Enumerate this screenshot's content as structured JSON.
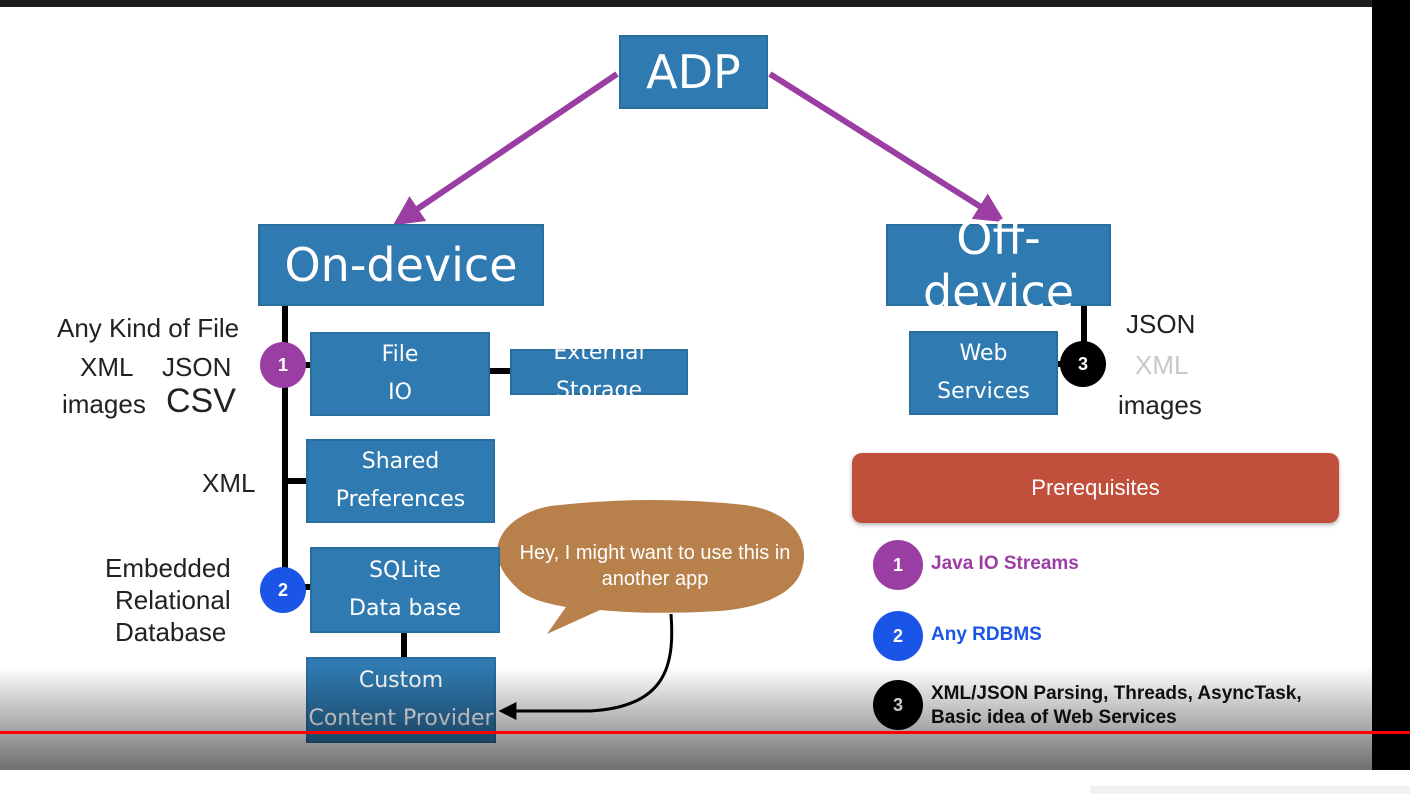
{
  "diagram": {
    "root": "ADP",
    "on_device": "On-device",
    "off_device": "Off-device",
    "file_io": "File\nIO",
    "external_storage": "External Storage",
    "shared_prefs": "Shared\nPreferences",
    "sqlite": "SQLite\nData base",
    "content_provider": "Custom\nContent Provider",
    "web_services": "Web\nServices",
    "labels": {
      "any_file": "Any Kind of File",
      "xml": "XML",
      "json": "JSON",
      "images": "images",
      "csv": "CSV",
      "shared_xml": "XML",
      "embedded": "Embedded",
      "relational": "Relational",
      "database": "Database",
      "off_json": "JSON",
      "off_xml": "XML",
      "off_images": "images"
    },
    "circles": {
      "one": "1",
      "two": "2",
      "three": "3"
    },
    "bubble": "Hey, I might want to use this in another app"
  },
  "prerequisites": {
    "title": "Prerequisites",
    "items": [
      {
        "num": "1",
        "text": "Java IO Streams"
      },
      {
        "num": "2",
        "text": "Any RDBMS"
      },
      {
        "num": "3",
        "text": "XML/JSON Parsing, Threads, AsyncTask,\nBasic idea of Web Services"
      }
    ]
  },
  "colors": {
    "box_blue": "#2f7ab0",
    "arrow_purple": "#9b3ea3",
    "circle_purple": "#9b3ea3",
    "circle_blue": "#1a55e8",
    "circle_black": "#000000",
    "prereq_red": "#c0503c",
    "bubble_brown": "#b8804a"
  }
}
